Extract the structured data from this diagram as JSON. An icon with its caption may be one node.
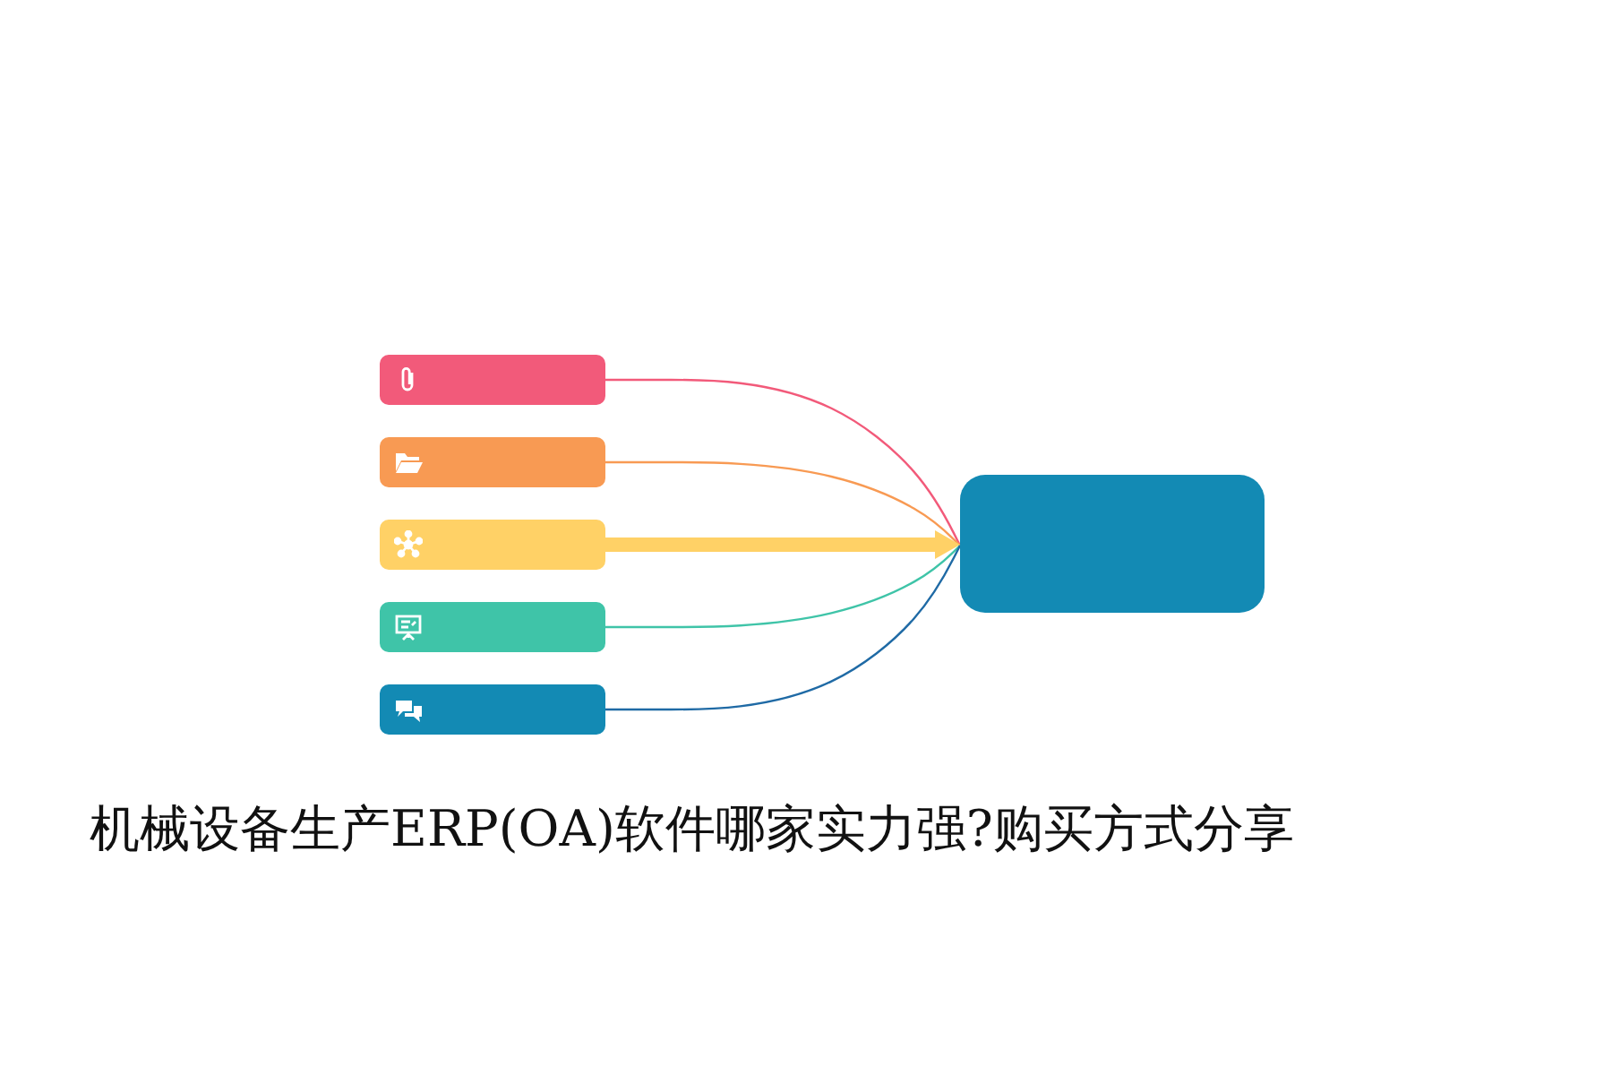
{
  "diagram": {
    "title": "机械设备生产ERP(OA)软件哪家实力强?购买方式分享",
    "nodes": [
      {
        "text": [],
        "shape": "bar"
      },
      {
        "text": [],
        "shape": "bar"
      },
      {
        "text": [],
        "shape": "bar"
      },
      {
        "text": [],
        "shape": "bar"
      },
      {
        "text": [],
        "shape": "bar"
      },
      {
        "text": [],
        "shape": "box"
      }
    ],
    "edges": [
      {
        "from": 0,
        "to": 5,
        "arrow": "none",
        "color": "#f25a7a"
      },
      {
        "from": 1,
        "to": 5,
        "arrow": "none",
        "color": "#f89a53"
      },
      {
        "from": 2,
        "to": 5,
        "arrow": "to",
        "style": "thick",
        "color": "#ffd166"
      },
      {
        "from": 3,
        "to": 5,
        "arrow": "none",
        "color": "#3fc4a8"
      },
      {
        "from": 4,
        "to": 5,
        "arrow": "none",
        "color": "#1f6aa5"
      }
    ]
  }
}
